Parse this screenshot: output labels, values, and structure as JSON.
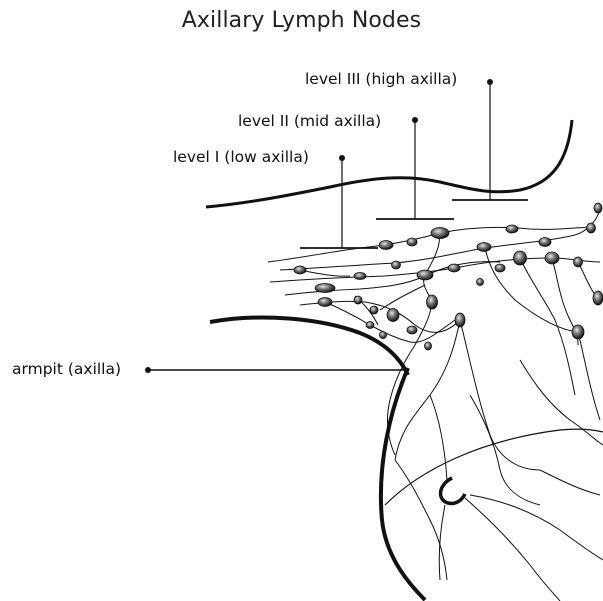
{
  "title": "Axillary Lymph Nodes",
  "labels": {
    "level3": "level III (high axilla)",
    "level2": "level II (mid axilla)",
    "level1": "level I (low axilla)",
    "armpit": "armpit (axilla)"
  },
  "colors": {
    "ink": "#111111",
    "node_fill": "#4a4a4a",
    "background": "#ffffff"
  }
}
